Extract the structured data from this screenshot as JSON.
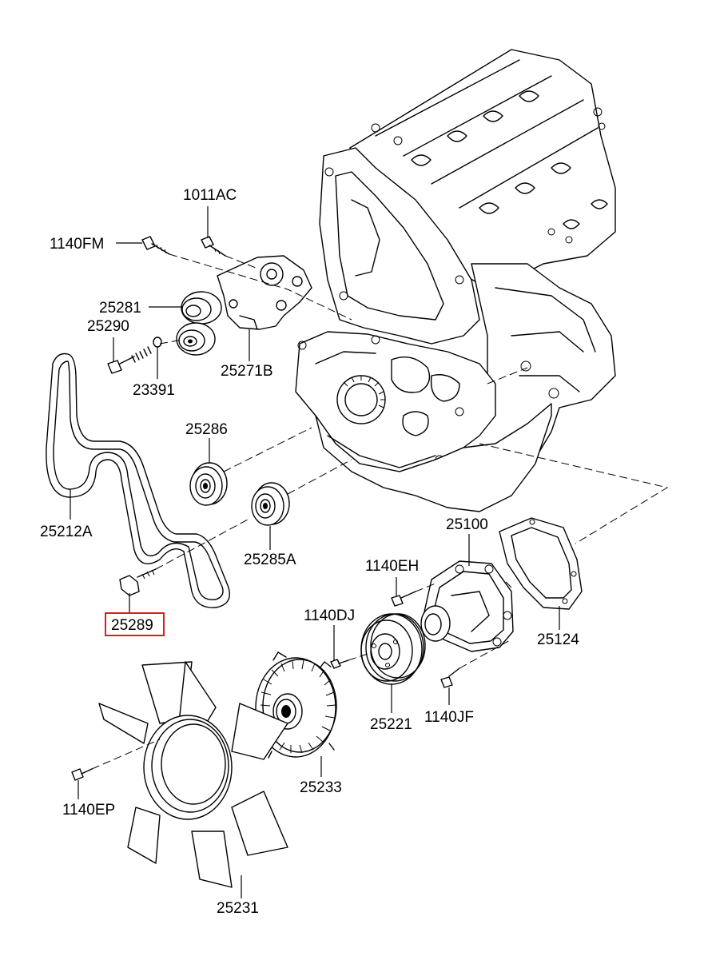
{
  "diagram": {
    "labels": {
      "p1011AC": "1011AC",
      "p1140FM": "1140FM",
      "p25281": "25281",
      "p25290": "25290",
      "p23391": "23391",
      "p25271B": "25271B",
      "p25286": "25286",
      "p25212A": "25212A",
      "p25285A": "25285A",
      "p25100": "25100",
      "p1140EH": "1140EH",
      "p25289": "25289",
      "p1140DJ": "1140DJ",
      "p25124": "25124",
      "p25221": "25221",
      "p1140JF": "1140JF",
      "p25233": "25233",
      "p1140EP": "1140EP",
      "p25231": "25231"
    },
    "highlighted_part": "25289",
    "colors": {
      "line": "#000000",
      "background": "#ffffff",
      "highlight": "#d42020"
    }
  }
}
